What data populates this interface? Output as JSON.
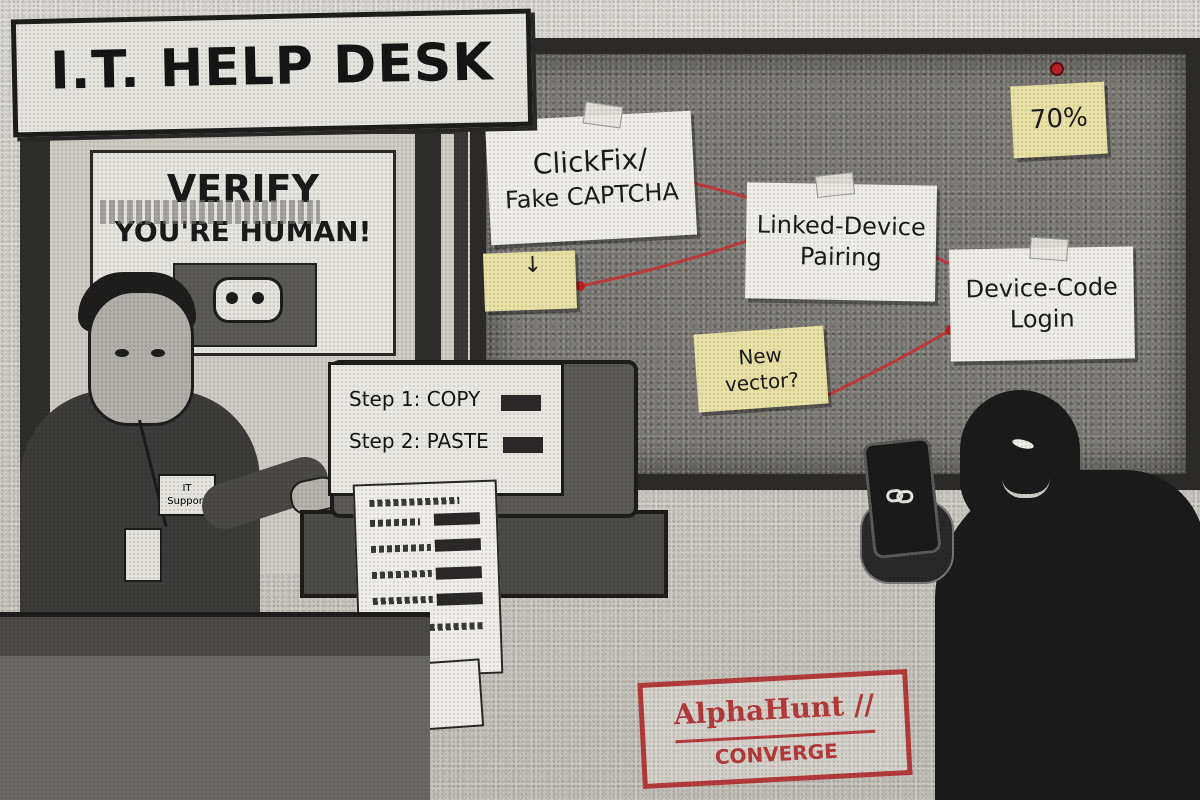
{
  "sign": {
    "title": "I.T. HELP DESK"
  },
  "poster": {
    "line1": "VERIFY",
    "line2": "YOU'RE HUMAN!"
  },
  "agent": {
    "badge_line1": "IT",
    "badge_line2": "Support"
  },
  "printer": {
    "step1": "Step 1: COPY",
    "step2": "Step 2: PASTE"
  },
  "board": {
    "note_clickfix_line1": "ClickFix/",
    "note_clickfix_line2": "Fake CAPTCHA",
    "note_linked_line1": "Linked-Device",
    "note_linked_line2": "Pairing",
    "note_devicecode_line1": "Device-Code",
    "note_devicecode_line2": "Login",
    "note_newvector_line1": "New",
    "note_newvector_line2": "vector?",
    "note_percent": "70%",
    "note_arrow": "↓"
  },
  "stamp": {
    "line1": "AlphaHunt //",
    "line2": "CONVERGE"
  },
  "colors": {
    "string": "#c23b3b",
    "stamp": "#b53a3a",
    "yellow_note": "#e9e3a6"
  },
  "icons": {
    "robot": "robot-icon",
    "chain_link": "chain-link-icon"
  }
}
